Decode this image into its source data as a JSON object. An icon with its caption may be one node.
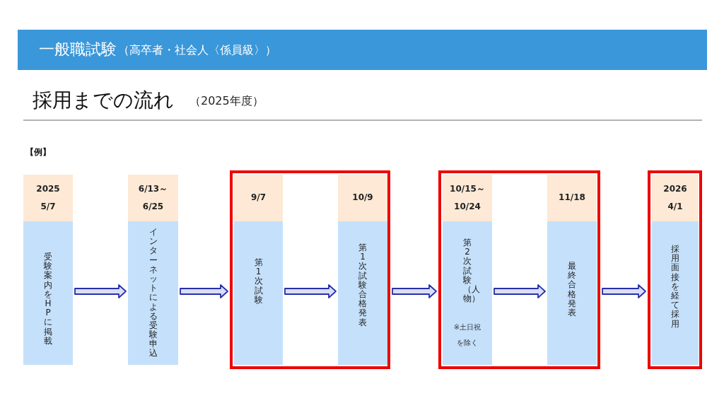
{
  "diagram": {
    "title": "一般職試験",
    "nodes": [
      {
        "text": [
          "2025 5/7",
          "受験案内をHPに掲載"
        ]
      },
      {
        "text": [
          "6/13～ 6/25",
          "インターネットによる受験申込"
        ]
      },
      {
        "text": [],
        "shape": "box"
      },
      {
        "text": [
          "9/7",
          "第1次試験"
        ],
        "in": 2
      },
      {
        "text": [
          "10/9",
          "第1次試験合格発表"
        ],
        "in": 2
      },
      {
        "text": [],
        "shape": "box"
      },
      {
        "text": [
          "10/15～ 10/24",
          "第2次試験（人物）",
          "※土日祝を除く"
        ],
        "in": 5
      },
      {
        "text": [
          "11/18",
          "最終合格発表"
        ],
        "in": 5
      },
      {
        "text": [],
        "shape": "box"
      },
      {
        "text": [
          "2026 4/1",
          "採用面接を経て採用"
        ],
        "in": 8
      }
    ],
    "edges": [
      {
        "from": 0,
        "to": 1,
        "arrow": "to"
      },
      {
        "from": 1,
        "to": 2,
        "arrow": "to"
      },
      {
        "from": 3,
        "to": 4,
        "arrow": "to"
      },
      {
        "from": 2,
        "to": 5,
        "arrow": "to"
      },
      {
        "from": 6,
        "to": 7,
        "arrow": "to"
      },
      {
        "from": 5,
        "to": 8,
        "arrow": "to"
      }
    ],
    "labels": [
      "（高卒者・社会人〈係員級〉）",
      "採用までの流れ",
      "（2025年度）",
      "【例】"
    ]
  }
}
